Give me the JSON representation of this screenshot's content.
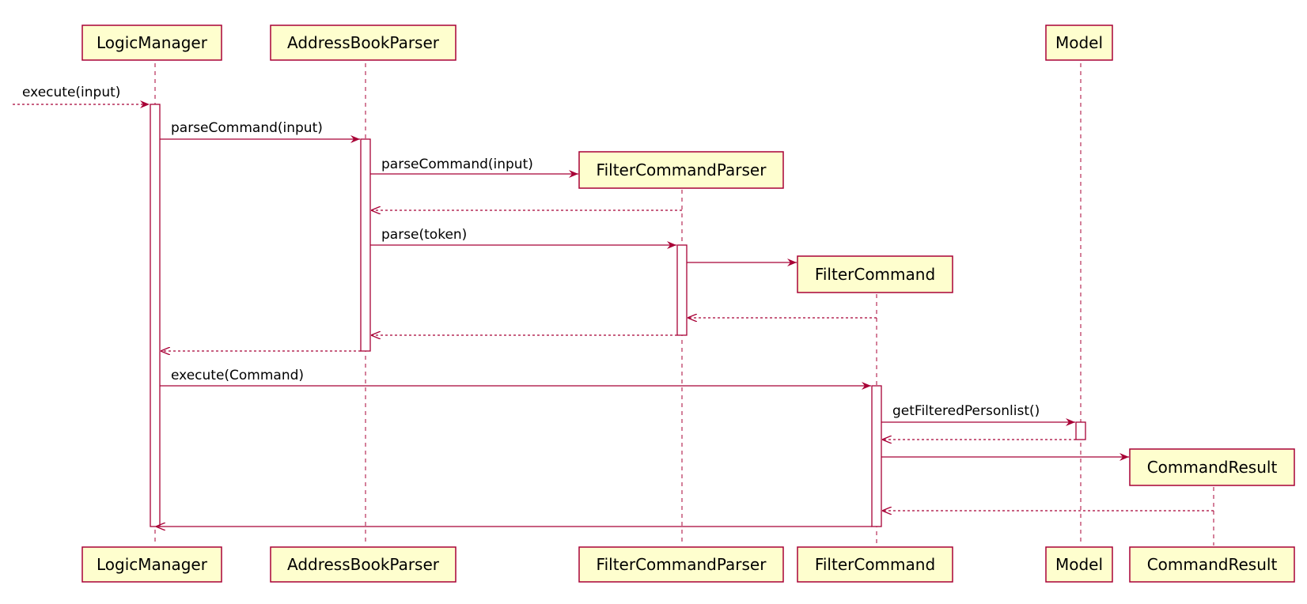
{
  "participants": {
    "logic_manager": "LogicManager",
    "address_book_parser": "AddressBookParser",
    "filter_command_parser": "FilterCommandParser",
    "filter_command": "FilterCommand",
    "model": "Model",
    "command_result": "CommandResult"
  },
  "messages": {
    "execute_input": "execute(input)",
    "parse_command_1": "parseCommand(input)",
    "parse_command_2": "parseCommand(input)",
    "parse_token": "parse(token)",
    "execute_command": "execute(Command)",
    "get_filtered": "getFilteredPersonlist()"
  },
  "colors": {
    "border": "#A80036",
    "participant_fill": "#FEFECE"
  }
}
